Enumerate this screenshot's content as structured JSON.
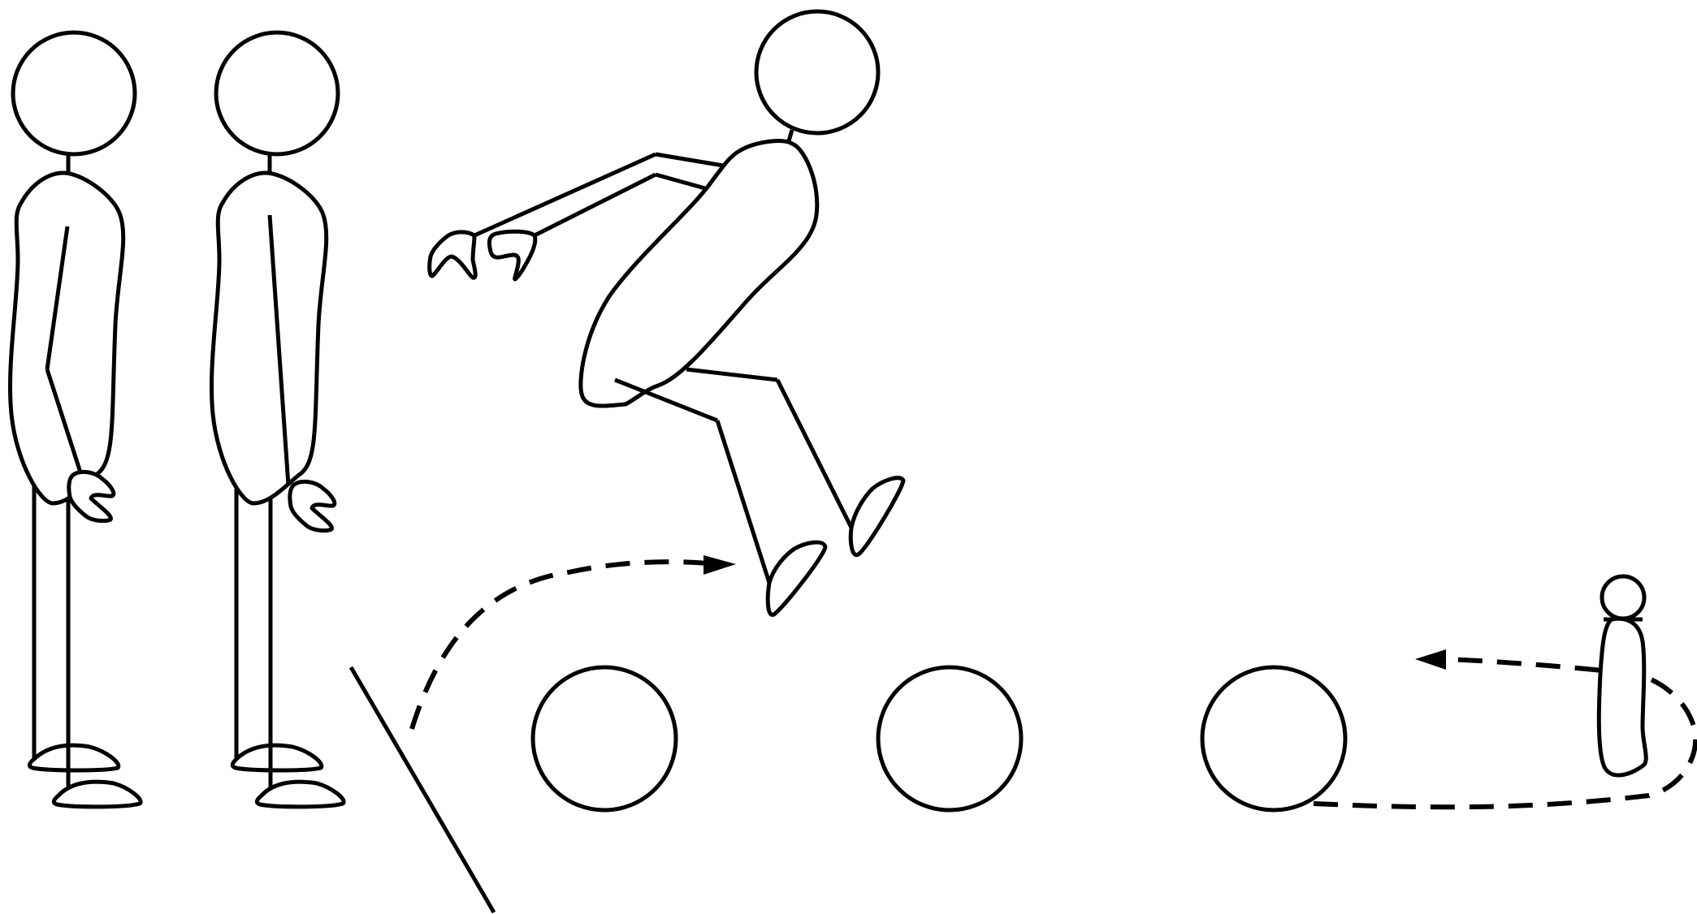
{
  "diagram": {
    "elements": [
      "standing-figure",
      "standing-figure",
      "jumping-figure",
      "springboard",
      "ring",
      "ring",
      "ring",
      "small-figure"
    ],
    "arrows": [
      "jump-arc-arrow",
      "return-path-arrow"
    ]
  },
  "colors": {
    "stroke": "#000000",
    "background": "#ffffff"
  }
}
